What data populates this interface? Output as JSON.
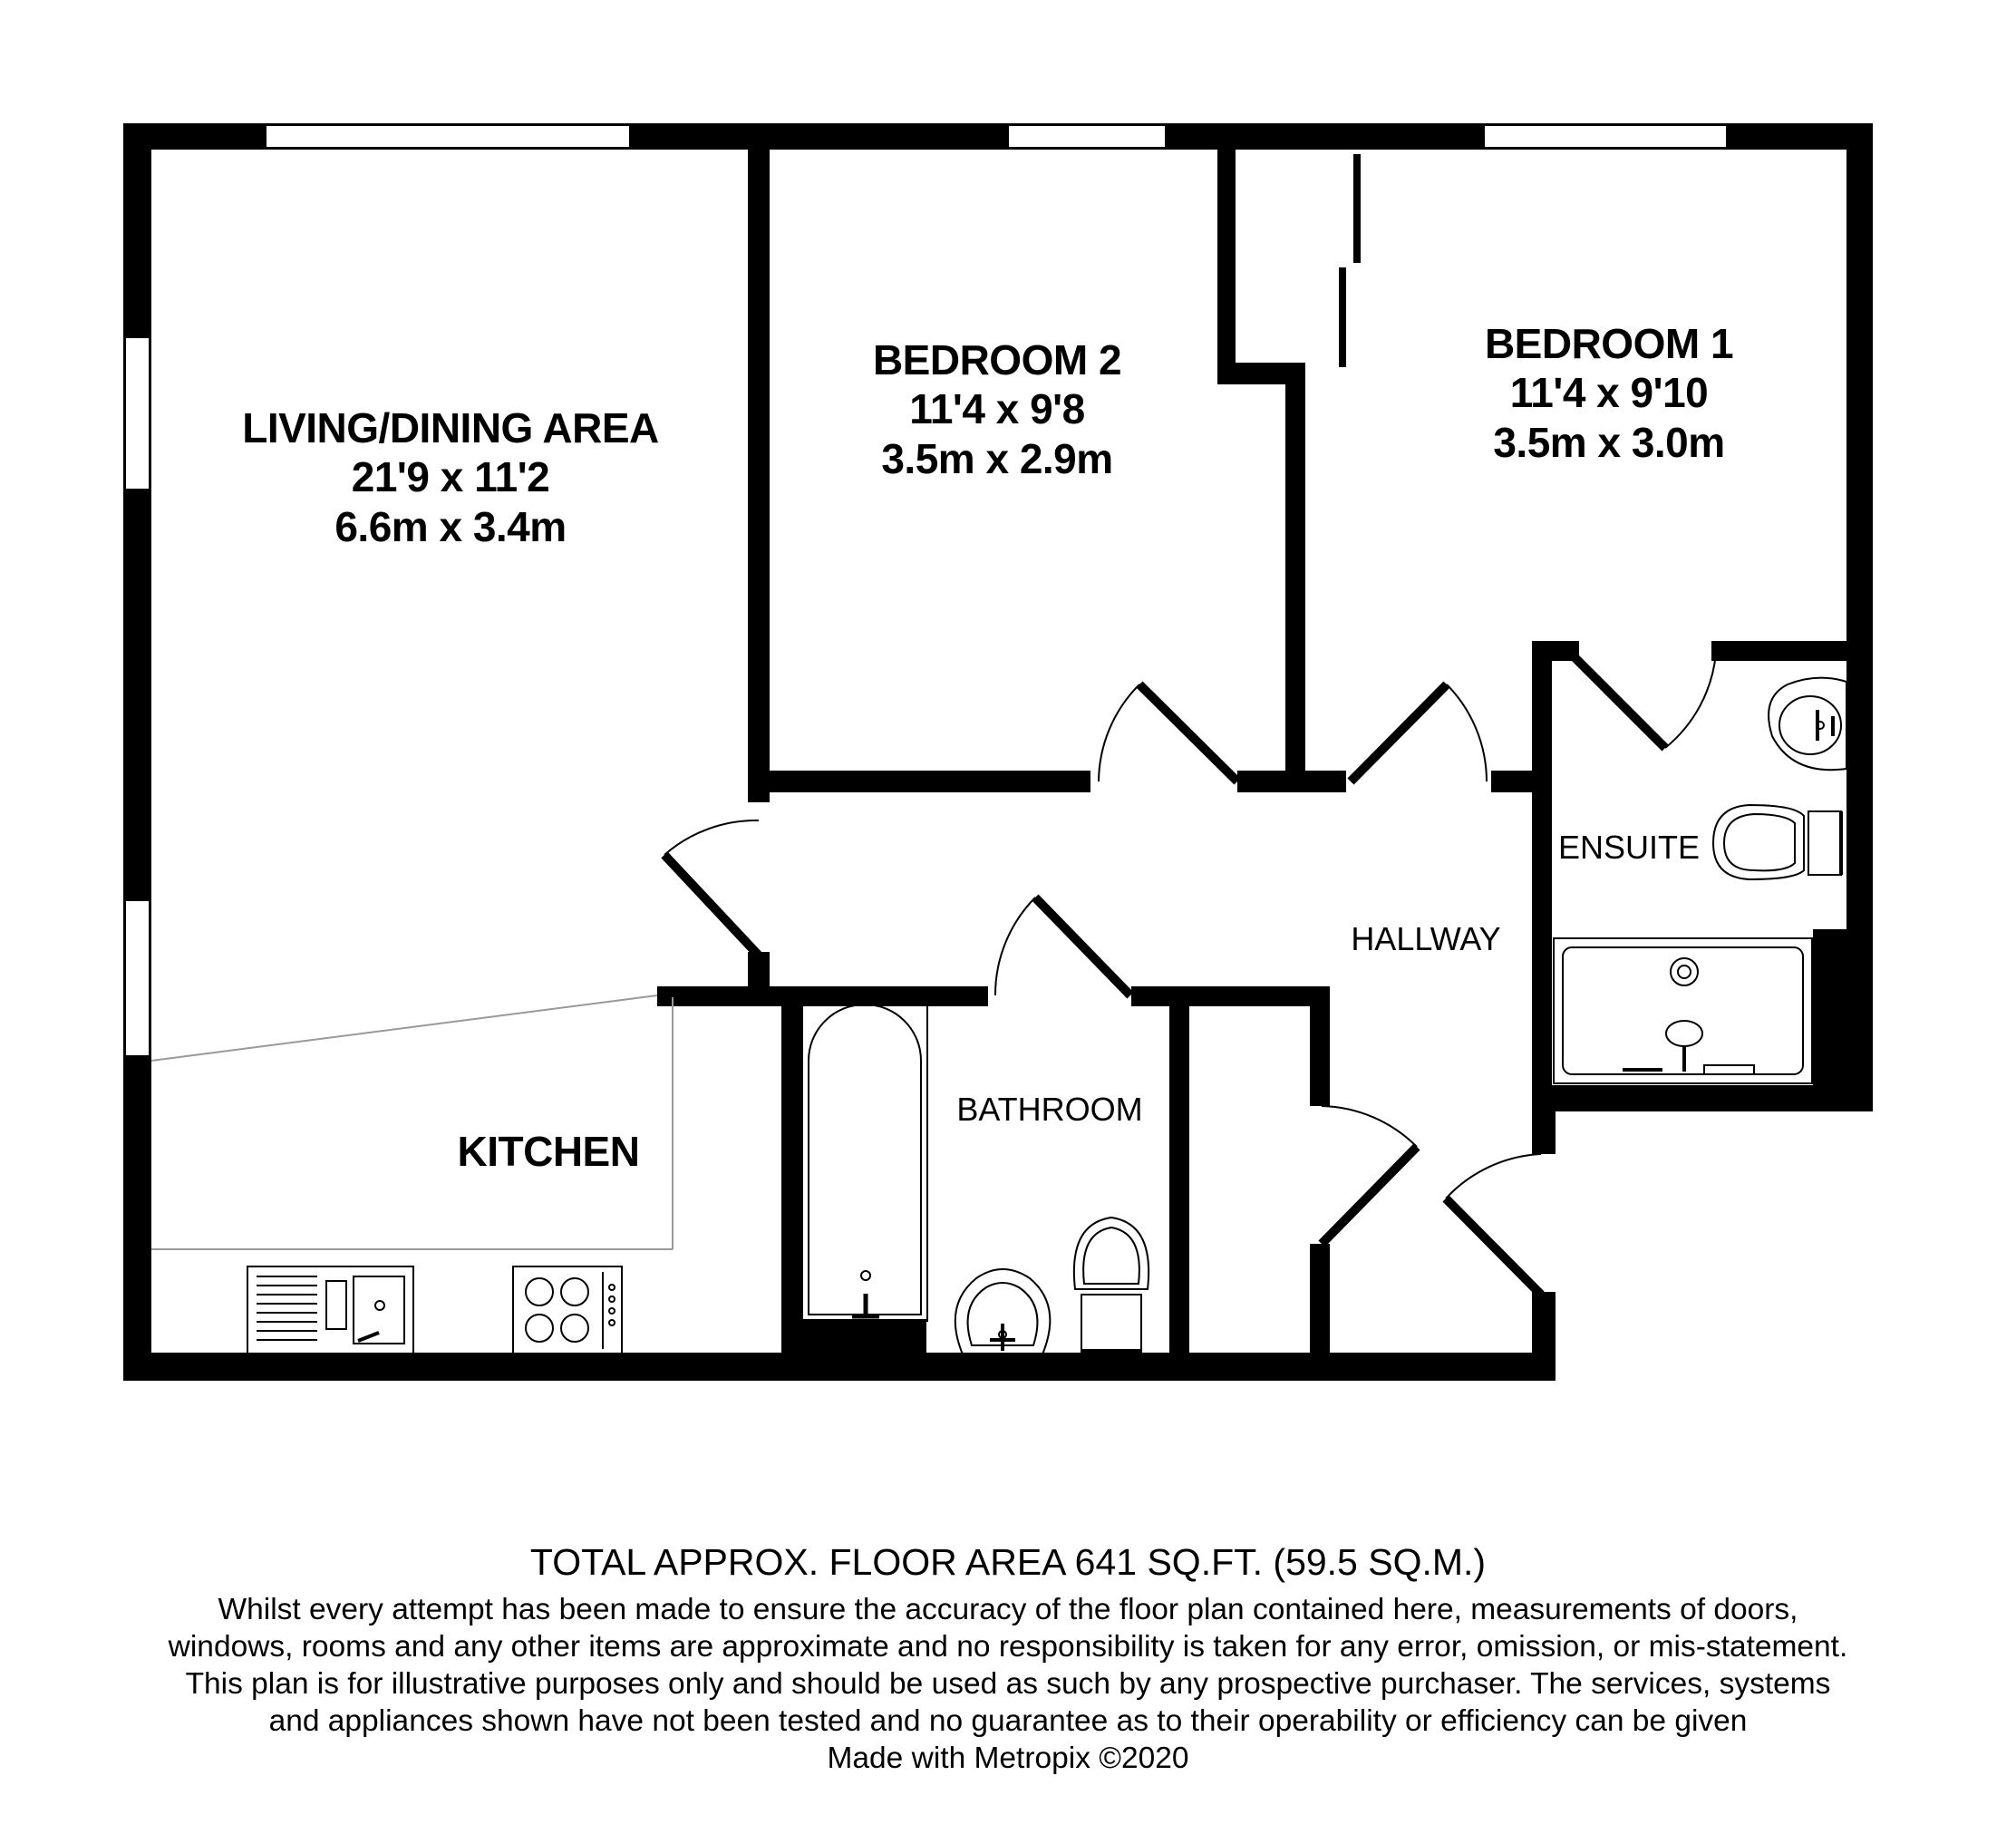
{
  "rooms": {
    "living": {
      "name": "LIVING/DINING AREA",
      "imperial": "21'9 x 11'2",
      "metric": "6.6m x 3.4m"
    },
    "bedroom2": {
      "name": "BEDROOM 2",
      "imperial": "11'4 x 9'8",
      "metric": "3.5m x 2.9m"
    },
    "bedroom1": {
      "name": "BEDROOM 1",
      "imperial": "11'4 x 9'10",
      "metric": "3.5m x 3.0m"
    },
    "kitchen": {
      "name": "KITCHEN"
    },
    "bathroom": {
      "name": "BATHROOM"
    },
    "ensuite": {
      "name": "ENSUITE"
    },
    "hallway": {
      "name": "HALLWAY"
    }
  },
  "footer": {
    "total_area": "TOTAL APPROX. FLOOR AREA 641 SQ.FT. (59.5 SQ.M.)",
    "disclaimer": "Whilst every attempt has been made to ensure the accuracy of the floor plan contained here, measurements of doors, windows, rooms and any other items are approximate and no responsibility is taken for any error, omission, or mis-statement. This plan is for illustrative purposes only and should be used as such by any prospective purchaser. The services, systems and appliances shown have not been tested and no guarantee as to their operability or efficiency can be given",
    "credit": "Made with Metropix ©2020"
  },
  "colors": {
    "wall": "#000000",
    "fixture_line": "#000000",
    "background": "#ffffff",
    "kitchen_divider": "#999999"
  }
}
